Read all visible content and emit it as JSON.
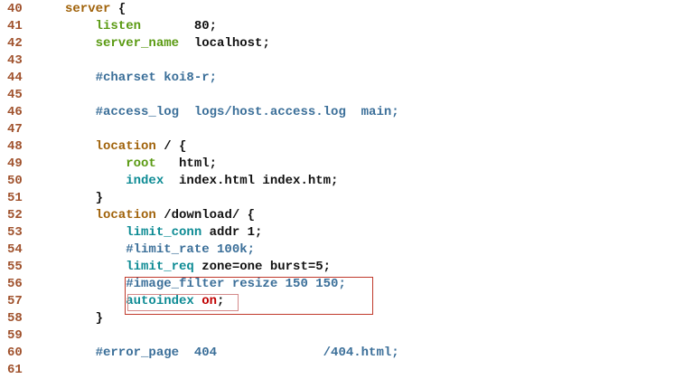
{
  "editor": {
    "lines": [
      {
        "num": "40",
        "tokens": [
          {
            "t": "server",
            "c": "kw-brown"
          },
          {
            "t": " {",
            "c": "plain"
          }
        ]
      },
      {
        "num": "41",
        "tokens": [
          {
            "t": "    listen",
            "c": "kw-green"
          },
          {
            "t": "       80;",
            "c": "plain"
          }
        ]
      },
      {
        "num": "42",
        "tokens": [
          {
            "t": "    server_name",
            "c": "kw-green"
          },
          {
            "t": "  localhost;",
            "c": "plain"
          }
        ]
      },
      {
        "num": "43",
        "tokens": []
      },
      {
        "num": "44",
        "tokens": [
          {
            "t": "    #charset koi8-r;",
            "c": "comment"
          }
        ]
      },
      {
        "num": "45",
        "tokens": []
      },
      {
        "num": "46",
        "tokens": [
          {
            "t": "    #access_log  logs/host.access.log  main;",
            "c": "comment"
          }
        ]
      },
      {
        "num": "47",
        "tokens": []
      },
      {
        "num": "48",
        "tokens": [
          {
            "t": "    location",
            "c": "kw-brown"
          },
          {
            "t": " / {",
            "c": "plain"
          }
        ]
      },
      {
        "num": "49",
        "tokens": [
          {
            "t": "        root",
            "c": "kw-green"
          },
          {
            "t": "   html;",
            "c": "plain"
          }
        ]
      },
      {
        "num": "50",
        "tokens": [
          {
            "t": "        index",
            "c": "kw-teal"
          },
          {
            "t": "  index.html index.htm;",
            "c": "plain"
          }
        ]
      },
      {
        "num": "51",
        "tokens": [
          {
            "t": "    }",
            "c": "plain"
          }
        ]
      },
      {
        "num": "52",
        "tokens": [
          {
            "t": "    location",
            "c": "kw-brown"
          },
          {
            "t": " /download/ {",
            "c": "plain"
          }
        ]
      },
      {
        "num": "53",
        "tokens": [
          {
            "t": "        limit_conn",
            "c": "kw-teal"
          },
          {
            "t": " addr 1;",
            "c": "plain"
          }
        ]
      },
      {
        "num": "54",
        "tokens": [
          {
            "t": "        #limit_rate 100k;",
            "c": "comment"
          }
        ]
      },
      {
        "num": "55",
        "tokens": [
          {
            "t": "        limit_req",
            "c": "kw-teal"
          },
          {
            "t": " zone=one burst=5;",
            "c": "plain"
          }
        ]
      },
      {
        "num": "56",
        "tokens": [
          {
            "t": "        #image_filter resize 150 150;",
            "c": "comment"
          }
        ]
      },
      {
        "num": "57",
        "tokens": [
          {
            "t": "        autoindex",
            "c": "kw-teal"
          },
          {
            "t": " ",
            "c": "plain"
          },
          {
            "t": "on",
            "c": "red"
          },
          {
            "t": ";",
            "c": "plain"
          }
        ]
      },
      {
        "num": "58",
        "tokens": [
          {
            "t": "    }",
            "c": "plain"
          }
        ]
      },
      {
        "num": "59",
        "tokens": []
      },
      {
        "num": "60",
        "tokens": [
          {
            "t": "    #error_page  404              /404.html;",
            "c": "comment"
          }
        ]
      },
      {
        "num": "61",
        "tokens": []
      }
    ]
  },
  "colors": {
    "line_number": "#a0522d",
    "keyword_brown": "#a0620a",
    "keyword_green": "#5a9a12",
    "keyword_teal": "#0d8b94",
    "comment": "#3b6f99",
    "value_red": "#c00000",
    "highlight_border": "#c0392b"
  }
}
